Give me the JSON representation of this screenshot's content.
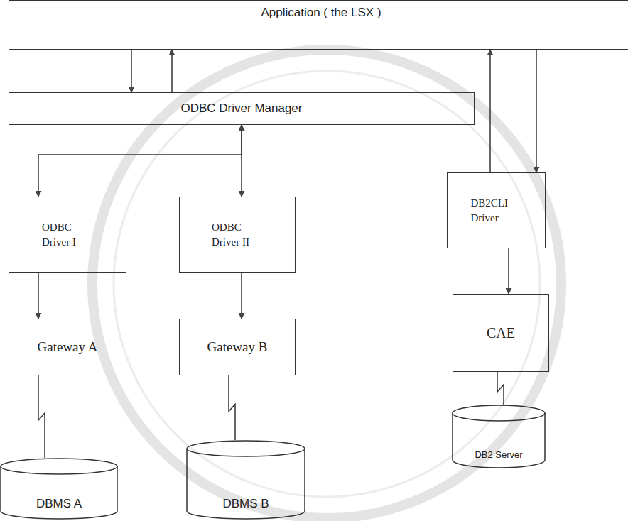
{
  "diagram": {
    "nodes": [
      {
        "text": [
          "Application ( the LSX )"
        ]
      },
      {
        "text": [
          "ODBC Driver Manager"
        ]
      },
      {
        "text": [
          "ODBC Driver I"
        ]
      },
      {
        "text": [
          "ODBC Driver II"
        ]
      },
      {
        "text": [
          "DB2CLI Driver"
        ]
      },
      {
        "text": [
          "Gateway A"
        ]
      },
      {
        "text": [
          "Gateway B"
        ]
      },
      {
        "text": [
          "CAE"
        ]
      },
      {
        "text": [
          "DBMS A"
        ]
      },
      {
        "text": [
          "DBMS B"
        ]
      },
      {
        "text": [
          "DB2 Server"
        ]
      }
    ],
    "edges": [
      {
        "from": 0,
        "to": 1,
        "arrow": "to"
      },
      {
        "from": 1,
        "to": 0,
        "arrow": "to"
      },
      {
        "from": 1,
        "to": 2,
        "arrow": "both"
      },
      {
        "from": 1,
        "to": 3,
        "arrow": "both"
      },
      {
        "from": 4,
        "to": 0,
        "arrow": "to"
      },
      {
        "from": 0,
        "to": 4,
        "arrow": "to"
      },
      {
        "from": 2,
        "to": 5,
        "arrow": "to"
      },
      {
        "from": 3,
        "to": 6,
        "arrow": "to"
      },
      {
        "from": 4,
        "to": 7,
        "arrow": "to"
      },
      {
        "from": 5,
        "to": 8,
        "arrow": "none"
      },
      {
        "from": 6,
        "to": 9,
        "arrow": "none"
      },
      {
        "from": 7,
        "to": 10,
        "arrow": "none"
      }
    ]
  }
}
